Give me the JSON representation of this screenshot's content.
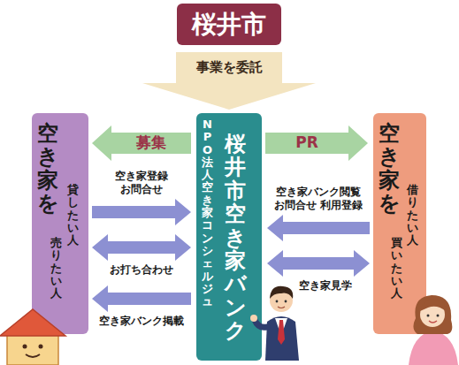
{
  "diagram": {
    "nodes": [
      {
        "text": [
          "桜井市"
        ]
      },
      {
        "text": [
          "空き家を",
          "貸したい人",
          "売りたい人"
        ]
      },
      {
        "text": [
          "NPO法人空き家コンシェルジュ",
          "桜井市空き家バンク"
        ]
      },
      {
        "text": [
          "空き家を",
          "借りたい人",
          "買いたい人"
        ]
      }
    ],
    "edges": [
      {
        "from": 0,
        "to": 2,
        "label": "事業を委託",
        "arrow": "to"
      },
      {
        "from": 2,
        "to": 1,
        "label": "募集",
        "arrow": "to"
      },
      {
        "from": 2,
        "to": 3,
        "label": "PR",
        "arrow": "to"
      },
      {
        "from": 1,
        "to": 2,
        "label": "空き家登録 お問合せ",
        "arrow": "to"
      },
      {
        "from": 1,
        "to": 2,
        "label": "お打ち合わせ",
        "arrow": "both"
      },
      {
        "from": 2,
        "to": 1,
        "label": "空き家バンク掲載",
        "arrow": "to"
      },
      {
        "from": 3,
        "to": 2,
        "label": "空き家バンク閲覧 お問合せ 利用登録",
        "arrow": "to"
      },
      {
        "from": 3,
        "to": 2,
        "label": "空き家見学",
        "arrow": "both"
      }
    ]
  }
}
